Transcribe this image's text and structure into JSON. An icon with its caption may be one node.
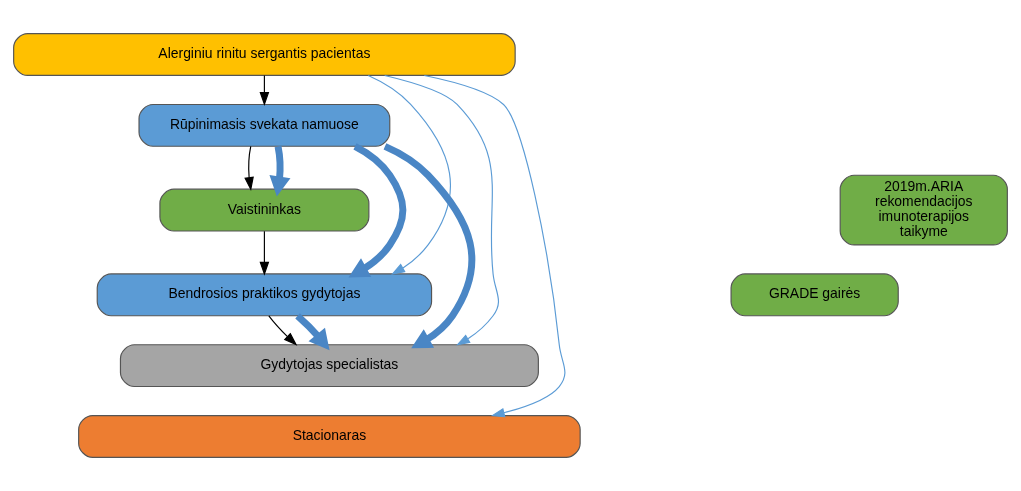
{
  "diagram": {
    "nodes": [
      {
        "text": [
          "Alerginiu rinitu sergantis pacientas"
        ]
      },
      {
        "text": [
          "Rūpinimasis svekata namuose"
        ]
      },
      {
        "text": [
          "Vaistininkas"
        ]
      },
      {
        "text": [
          "Bendrosios praktikos gydytojas"
        ]
      },
      {
        "text": [
          "Gydytojas specialistas"
        ]
      },
      {
        "text": [
          "Stacionaras"
        ]
      },
      {
        "text": [
          "GRADE gairės"
        ]
      },
      {
        "text": [
          "2019m.ARIA rekomendacijos imunoterapijos taikyme"
        ]
      }
    ],
    "edges": [
      {
        "from": 0,
        "to": 1,
        "arrow": "to"
      },
      {
        "from": 1,
        "to": 2,
        "arrow": "to"
      },
      {
        "from": 2,
        "to": 3,
        "arrow": "to"
      },
      {
        "from": 3,
        "to": 4,
        "arrow": "to"
      },
      {
        "from": 0,
        "to": 5,
        "arrow": "to",
        "color": "#5b9bd5"
      },
      {
        "from": 0,
        "to": 4,
        "arrow": "to",
        "color": "#5b9bd5"
      },
      {
        "from": 0,
        "to": 3,
        "arrow": "to",
        "color": "#5b9bd5"
      },
      {
        "from": 1,
        "to": 2,
        "arrow": "to",
        "style": "thick",
        "color": "#4a86c5"
      },
      {
        "from": 1,
        "to": 3,
        "arrow": "to",
        "style": "thick",
        "color": "#4a86c5"
      },
      {
        "from": 1,
        "to": 4,
        "arrow": "to",
        "style": "thick",
        "color": "#4a86c5"
      },
      {
        "from": 3,
        "to": 4,
        "arrow": "to",
        "style": "thick",
        "color": "#4a86c5"
      }
    ]
  }
}
